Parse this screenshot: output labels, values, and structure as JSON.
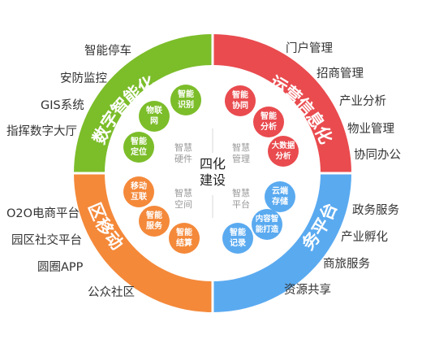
{
  "center": {
    "line1": "四化",
    "line2": "建设"
  },
  "colors": {
    "green": "#7cbd2a",
    "red": "#e94b4f",
    "blue": "#5aaaf0",
    "orange": "#f4893a",
    "quadrant_text": "#999999",
    "side_text": "#333333"
  },
  "quadrants": {
    "tl": {
      "arc_title": "数字智能化",
      "inner_label": [
        "智慧",
        "硬件"
      ],
      "bubbles": [
        {
          "lines": [
            "物联",
            "网"
          ]
        },
        {
          "lines": [
            "智能",
            "识别"
          ]
        },
        {
          "lines": [
            "智能",
            "定位"
          ]
        }
      ]
    },
    "tr": {
      "arc_title": "运营信息化",
      "inner_label": [
        "智慧",
        "管理"
      ],
      "bubbles": [
        {
          "lines": [
            "智能",
            "协同"
          ]
        },
        {
          "lines": [
            "智能",
            "分析"
          ]
        },
        {
          "lines": [
            "大数据",
            "分析"
          ]
        }
      ]
    },
    "br": {
      "arc_title": "服务平台化",
      "inner_label": [
        "智慧",
        "平台"
      ],
      "bubbles": [
        {
          "lines": [
            "云端",
            "存储"
          ]
        },
        {
          "lines": [
            "内容智",
            "能打造"
          ]
        },
        {
          "lines": [
            "智能",
            "记录"
          ]
        }
      ]
    },
    "bl": {
      "arc_title": "社区移动化",
      "inner_label": [
        "智慧",
        "空间"
      ],
      "bubbles": [
        {
          "lines": [
            "移动",
            "互联"
          ]
        },
        {
          "lines": [
            "智能",
            "服务"
          ]
        },
        {
          "lines": [
            "智能",
            "结算"
          ]
        }
      ]
    }
  },
  "side_labels": {
    "left_top": [
      "智能停车",
      "安防监控",
      "GIS系统",
      "指挥数字大厅"
    ],
    "left_bottom": [
      "O2O电商平台",
      "园区社交平台",
      "圆圈APP",
      "公众社区"
    ],
    "right_top": [
      "门户管理",
      "招商管理",
      "产业分析",
      "物业管理",
      "协同办公"
    ],
    "right_bottom": [
      "政务服务",
      "产业孵化",
      "商旅服务",
      "资源共享"
    ]
  }
}
